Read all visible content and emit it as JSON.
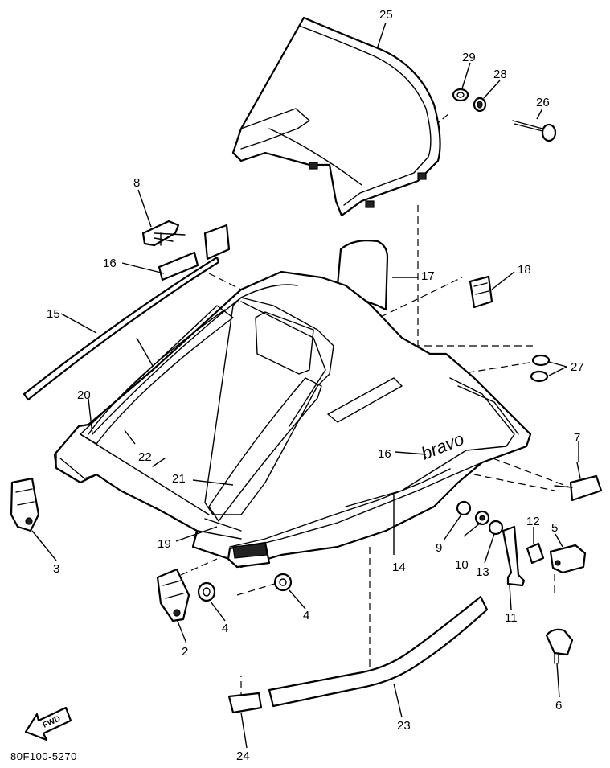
{
  "diagram": {
    "drawing_code": "80F100-5270",
    "brand_decal_text": "bravo",
    "direction_label": "FWD",
    "callouts": {
      "c25": "25",
      "c29": "29",
      "c28": "28",
      "c26": "26",
      "c8": "8",
      "c16a": "16",
      "c17": "17",
      "c18": "18",
      "c15": "15",
      "c27": "27",
      "c20": "20",
      "c7": "7",
      "c16b": "16",
      "c22": "22",
      "c21": "21",
      "c3": "3",
      "c19": "19",
      "c14": "14",
      "c9": "9",
      "c10": "10",
      "c13": "13",
      "c12": "12",
      "c5": "5",
      "c11": "11",
      "c2": "2",
      "c4a": "4",
      "c4b": "4",
      "c6": "6",
      "c23": "23",
      "c24": "24"
    }
  }
}
